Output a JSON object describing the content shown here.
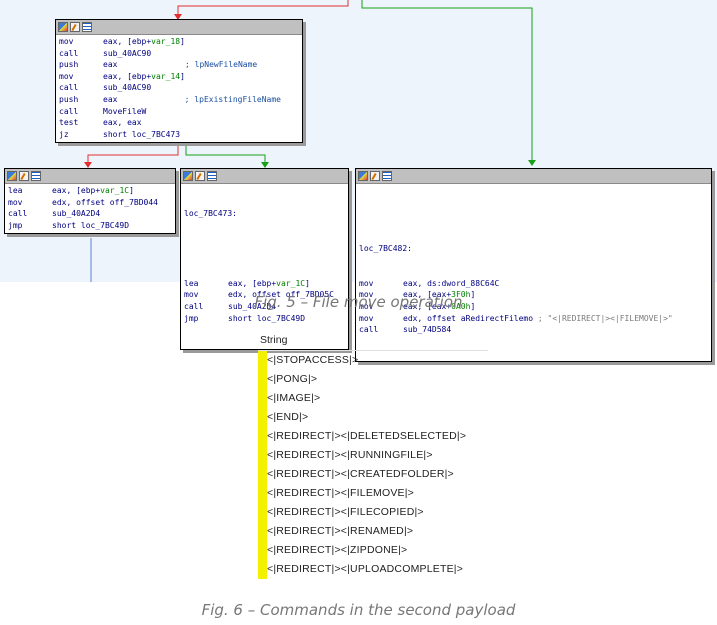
{
  "figure5": {
    "caption": "Fig. 5 – File move operation",
    "top_block": {
      "lines": [
        {
          "op": "mov",
          "args": "eax, [ebp+",
          "var": "var_18",
          "tail": "]",
          "comment": ""
        },
        {
          "op": "call",
          "args": "sub_40AC90",
          "var": "",
          "tail": "",
          "comment": ""
        },
        {
          "op": "push",
          "args": "eax",
          "var": "",
          "tail": "",
          "comment": "; lpNewFileName"
        },
        {
          "op": "mov",
          "args": "eax, [ebp+",
          "var": "var_14",
          "tail": "]",
          "comment": ""
        },
        {
          "op": "call",
          "args": "sub_40AC90",
          "var": "",
          "tail": "",
          "comment": ""
        },
        {
          "op": "push",
          "args": "eax",
          "var": "",
          "tail": "",
          "comment": "; lpExistingFileName"
        },
        {
          "op": "call",
          "args": "MoveFileW",
          "var": "",
          "tail": "",
          "comment": ""
        },
        {
          "op": "test",
          "args": "eax, eax",
          "var": "",
          "tail": "",
          "comment": ""
        },
        {
          "op": "jz",
          "args": "short loc_7BC473",
          "var": "",
          "tail": "",
          "comment": ""
        }
      ]
    },
    "left_block": {
      "lines": [
        {
          "op": "lea",
          "args": "eax, [ebp+",
          "var": "var_1C",
          "tail": "]"
        },
        {
          "op": "mov",
          "args": "edx, offset off_7BD044",
          "var": "",
          "tail": ""
        },
        {
          "op": "call",
          "args": "sub_40A2D4",
          "var": "",
          "tail": ""
        },
        {
          "op": "jmp",
          "args": "short loc_7BC49D",
          "var": "",
          "tail": ""
        }
      ]
    },
    "middle_block": {
      "label": "loc_7BC473:",
      "lines": [
        {
          "op": "lea",
          "args": "eax, [ebp+",
          "var": "var_1C",
          "tail": "]"
        },
        {
          "op": "mov",
          "args": "edx, offset off_7BD05C",
          "var": "",
          "tail": ""
        },
        {
          "op": "call",
          "args": "sub_40A2D4",
          "var": "",
          "tail": ""
        },
        {
          "op": "jmp",
          "args": "short loc_7BC49D",
          "var": "",
          "tail": ""
        }
      ]
    },
    "right_block": {
      "label": "loc_7BC482:",
      "lines": [
        {
          "op": "mov",
          "args": "eax, ds:dword_88C64C",
          "var": "",
          "tail": "",
          "comment": ""
        },
        {
          "op": "mov",
          "args": "eax, [eax+",
          "var": "3F0h",
          "tail": "]",
          "comment": ""
        },
        {
          "op": "mov",
          "args": "eax, [eax+",
          "var": "0A0h",
          "tail": "]",
          "comment": ""
        },
        {
          "op": "mov",
          "args": "edx, offset aRedirectFilemo",
          "var": "",
          "tail": "",
          "comment": " ; \"<|REDIRECT|><|FILEMOVE|>\""
        },
        {
          "op": "call",
          "args": "sub_74D584",
          "var": "",
          "tail": "",
          "comment": ""
        }
      ]
    },
    "colors": {
      "false_edge": "#e03030",
      "true_edge": "#18a018",
      "flow_edge": "#6080d0",
      "background": "#edf4fb"
    }
  },
  "figure6": {
    "caption": "Fig. 6 – Commands in the second payload",
    "header": "String",
    "strings": [
      "<|STOPACCESS|>",
      "<|PONG|>",
      "<|IMAGE|>",
      "<|END|>",
      "<|REDIRECT|><|DELETEDSELECTED|>",
      "<|REDIRECT|><|RUNNINGFILE|>",
      "<|REDIRECT|><|CREATEDFOLDER|>",
      "<|REDIRECT|><|FILEMOVE|>",
      "<|REDIRECT|><|FILECOPIED|>",
      "<|REDIRECT|><|RENAMED|>",
      "<|REDIRECT|><|ZIPDONE|>",
      "<|REDIRECT|><|UPLOADCOMPLETE|>"
    ],
    "highlight_color": "#f3f000"
  }
}
